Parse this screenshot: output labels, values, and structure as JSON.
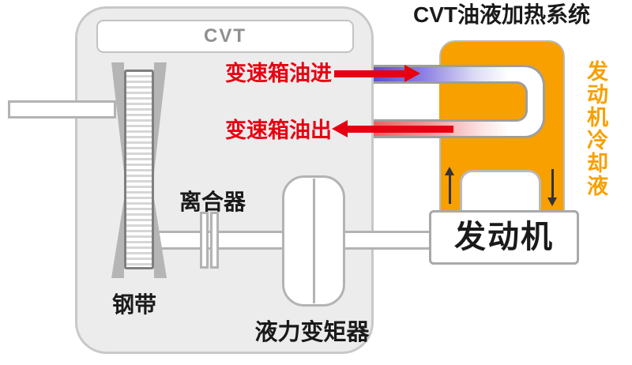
{
  "title": "CVT油液加热系统",
  "cvt_unit": {
    "housing_label": "CVT",
    "steel_belt_label": "钢带",
    "clutch_label": "离合器",
    "torque_converter_label": "液力变矩器"
  },
  "oil_flow": {
    "oil_in_label": "变速箱油进",
    "oil_out_label": "变速箱油出"
  },
  "heat_exchanger": {
    "coolant_label": "发动机冷却液",
    "engine_label": "发动机"
  },
  "icons": {
    "oil_in_arrow": "red-arrow-right",
    "oil_out_arrow": "red-arrow-left",
    "coolant_up_arrow": "black-arrow-up",
    "coolant_down_arrow": "black-arrow-down"
  },
  "colors": {
    "coolant_orange": "#F7A000",
    "oil_red": "#E60012",
    "oil_in_blue": "#5A50D2",
    "oil_out_pink": "#EE6060",
    "housing_fill": "#ECECEC",
    "outline_gray": "#B3B3B3",
    "text_black": "#1A1A1A"
  }
}
